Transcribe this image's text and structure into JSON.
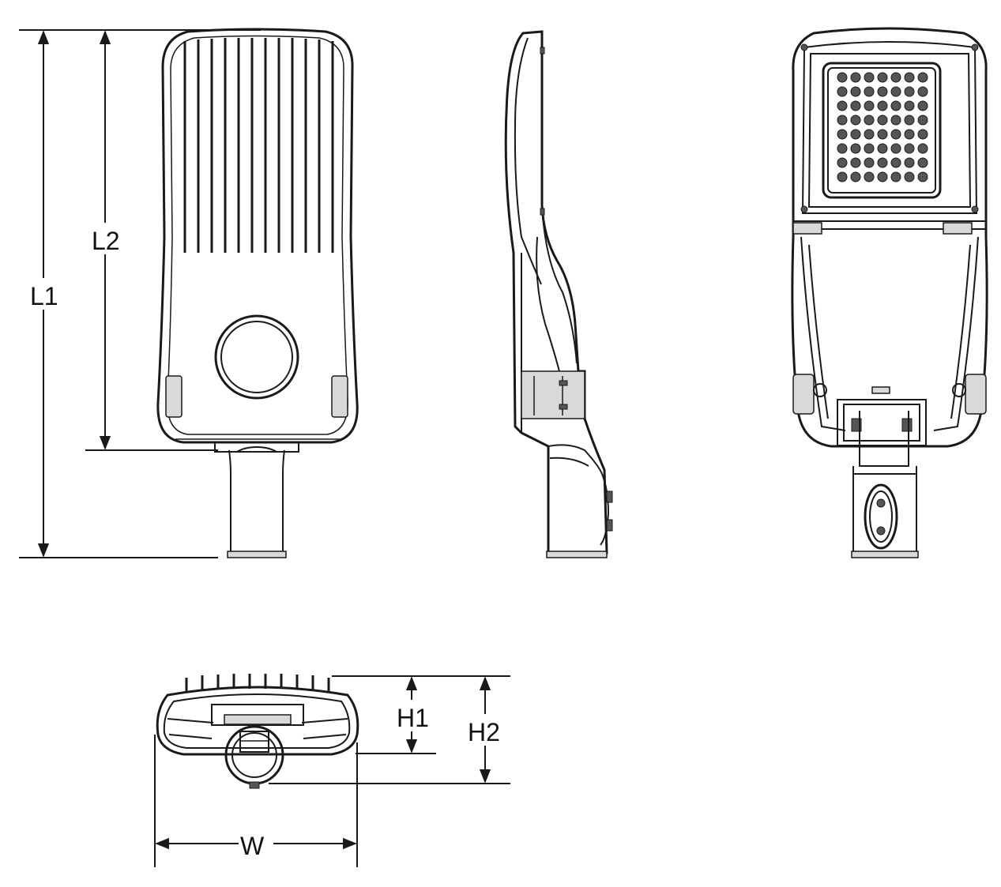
{
  "labels": {
    "L1": "L1",
    "L2": "L2",
    "H1": "H1",
    "H2": "H2",
    "W": "W"
  },
  "colors": {
    "line": "#1a1a1a",
    "background": "#ffffff"
  }
}
